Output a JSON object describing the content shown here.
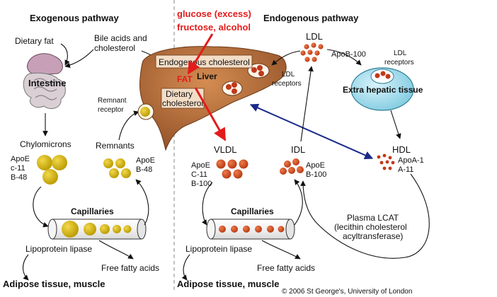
{
  "exogenous": {
    "title": "Exogenous pathway",
    "dietary_fat": "Dietary fat",
    "bile_acids_line1": "Bile acids and",
    "bile_acids_line2": "cholesterol",
    "intestine": "Intestine",
    "chylomicrons": "Chylomicrons",
    "chylo_apo": [
      "ApoE",
      "c-11",
      "B-48"
    ],
    "remnants": "Remnants",
    "remnants_apo": [
      "ApoE",
      "B-48"
    ],
    "remnant_receptor_line1": "Remnant",
    "remnant_receptor_line2": "receptor",
    "capillaries": "Capillaries",
    "lipoprotein_lipase": "Lipoprotein lipase",
    "free_fatty_acids": "Free fatty acids",
    "adipose": "Adipose tissue, muscle"
  },
  "liver": {
    "glucose_line1": "glucose (excess)",
    "glucose_line2": "fructose, alcohol",
    "fat": "FAT",
    "liver_label": "Liver",
    "endogenous_cholesterol": "Endogenous cholesterol",
    "dietary_cholesterol_line1": "Dietary",
    "dietary_cholesterol_line2": "cholesterol",
    "ldl_receptors_line1": "LDL",
    "ldl_receptors_line2": "receptors"
  },
  "endogenous": {
    "title": "Endogenous pathway",
    "ldl": "LDL",
    "ldl_apo": "ApoB-100",
    "ldl_receptors_line1": "LDL",
    "ldl_receptors_line2": "receptors",
    "extra_hepatic": "Extra hepatic tissue",
    "vldl": "VLDL",
    "vldl_apo": [
      "ApoE",
      "C-11",
      "B-100"
    ],
    "idl": "IDL",
    "idl_apo": [
      "ApoE",
      "B-100"
    ],
    "hdl": "HDL",
    "hdl_apo": [
      "ApoA-1",
      "A-11"
    ],
    "capillaries": "Capillaries",
    "lipoprotein_lipase": "Lipoprotein lipase",
    "free_fatty_acids": "Free fatty acids",
    "adipose": "Adipose tissue, muscle",
    "plasma_lcat_line1": "Plasma LCAT",
    "plasma_lcat_line2": "(lecithin cholesterol",
    "plasma_lcat_line3": "acyltransferase)"
  },
  "copyright": "© 2006 St George's, University of London",
  "colors": {
    "chylo_particle": "#d4b400",
    "vldl_particle": "#d9471b",
    "liver": "#b36a33",
    "highlight_red": "#e31b1b",
    "hdl_link_arrow": "#1a2a8a",
    "extra_hepatic_cell": "#a8dcea"
  }
}
